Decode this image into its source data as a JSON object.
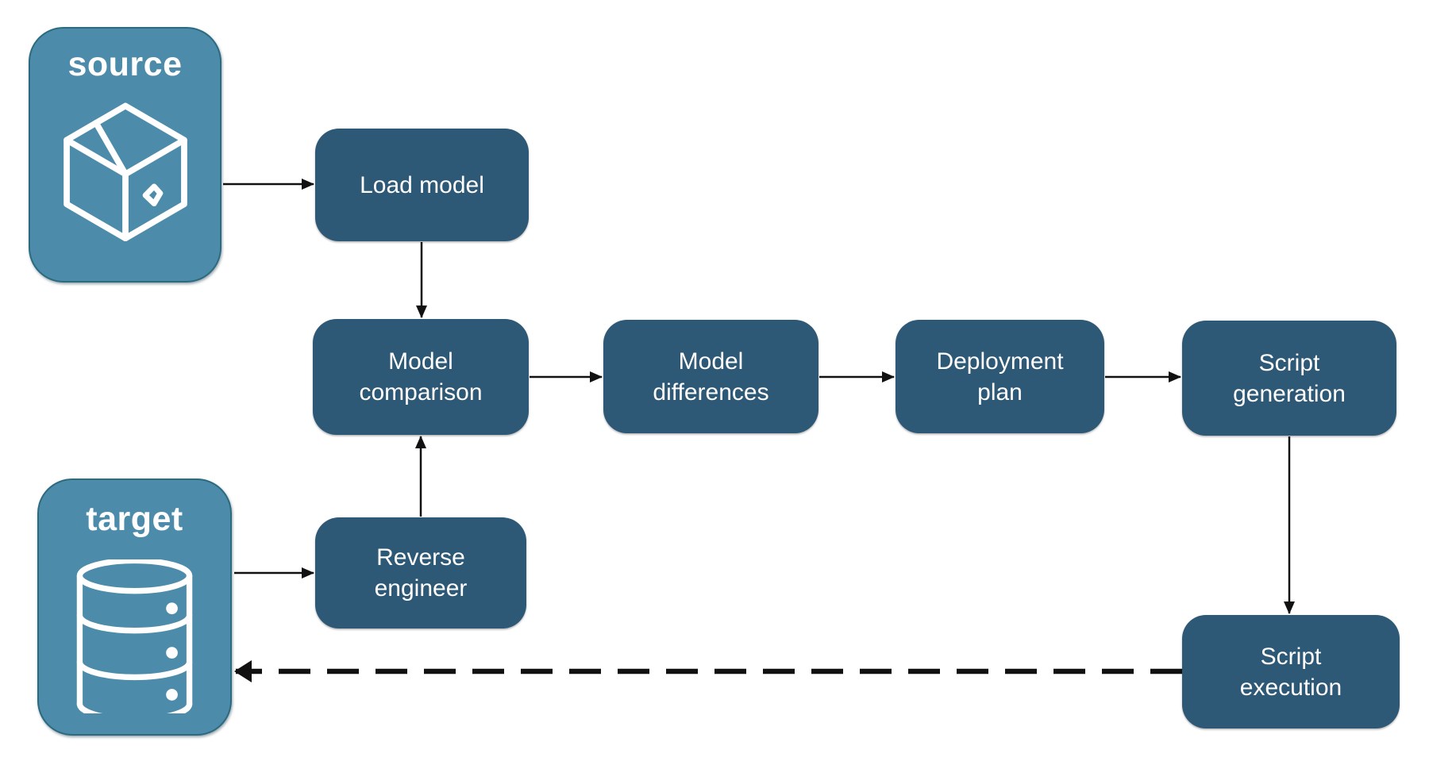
{
  "diagram": {
    "entities": {
      "source": {
        "label": "source",
        "icon": "package-icon"
      },
      "target": {
        "label": "target",
        "icon": "database-icon"
      }
    },
    "nodes": [
      {
        "id": "load-model",
        "label": "Load model",
        "lines": [
          "Load model"
        ]
      },
      {
        "id": "model-comparison",
        "label": "Model comparison",
        "lines": [
          "Model",
          "comparison"
        ]
      },
      {
        "id": "model-differences",
        "label": "Model differences",
        "lines": [
          "Model",
          "differences"
        ]
      },
      {
        "id": "deployment-plan",
        "label": "Deployment plan",
        "lines": [
          "Deployment",
          "plan"
        ]
      },
      {
        "id": "script-generation",
        "label": "Script generation",
        "lines": [
          "Script",
          "generation"
        ]
      },
      {
        "id": "reverse-engineer",
        "label": "Reverse engineer",
        "lines": [
          "Reverse",
          "engineer"
        ]
      },
      {
        "id": "script-execution",
        "label": "Script execution",
        "lines": [
          "Script",
          "execution"
        ]
      }
    ],
    "connections": [
      {
        "from": "source",
        "to": "load-model",
        "style": "solid"
      },
      {
        "from": "load-model",
        "to": "model-comparison",
        "style": "solid"
      },
      {
        "from": "model-comparison",
        "to": "model-differences",
        "style": "solid"
      },
      {
        "from": "model-differences",
        "to": "deployment-plan",
        "style": "solid"
      },
      {
        "from": "deployment-plan",
        "to": "script-generation",
        "style": "solid"
      },
      {
        "from": "script-generation",
        "to": "script-execution",
        "style": "solid"
      },
      {
        "from": "reverse-engineer",
        "to": "model-comparison",
        "style": "solid"
      },
      {
        "from": "target",
        "to": "reverse-engineer",
        "style": "solid"
      },
      {
        "from": "script-execution",
        "to": "target",
        "style": "dashed"
      }
    ],
    "theme": {
      "node_fill": "#2d5876",
      "entity_fill": "#4c8caa",
      "entity_border": "#2c6a80",
      "text": "#ffffff",
      "arrow": "#111111",
      "background": "#ffffff"
    }
  }
}
